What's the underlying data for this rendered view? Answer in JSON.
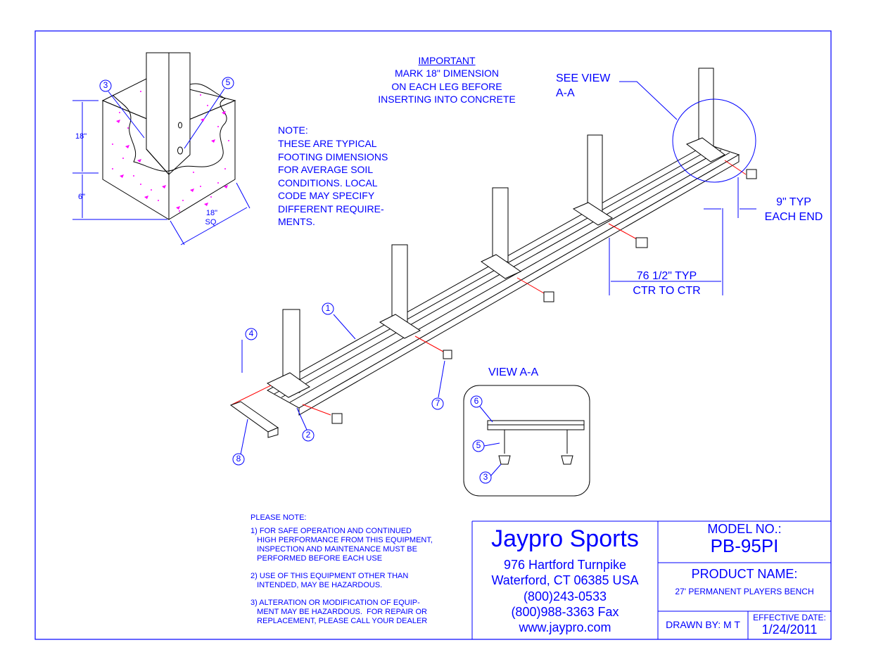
{
  "notes": {
    "important_title": "IMPORTANT",
    "important_body": "MARK 18\" DIMENSION\nON EACH LEG BEFORE\nINSERTING INTO CONCRETE",
    "note_title": "NOTE:",
    "note_body": "THESE ARE TYPICAL\nFOOTING DIMENSIONS\nFOR AVERAGE SOIL\nCONDITIONS. LOCAL\nCODE MAY SPECIFY\nDIFFERENT REQUIRE-\nMENTS."
  },
  "footing": {
    "dim_18": "18\"",
    "dim_6": "6\"",
    "dim_18_sq": "18\"\nSQ."
  },
  "callouts": {
    "see_view": "SEE VIEW\nA-A",
    "typ_9": "9\" TYP\nEACH END",
    "ctr_to_ctr": "76 1/2\" TYP\nCTR TO CTR",
    "view_aa": "VIEW A-A"
  },
  "balloons": {
    "b1": "1",
    "b2": "2",
    "b3": "3",
    "b4": "4",
    "b5": "5",
    "b6": "6",
    "b7": "7",
    "b8": "8"
  },
  "please_note": {
    "title": "PLEASE NOTE:",
    "n1": "1) FOR SAFE OPERATION AND CONTINUED\n   HIGH PERFORMANCE FROM THIS EQUIPMENT,\n   INSPECTION AND MAINTENANCE MUST BE\n   PERFORMED BEFORE EACH USE",
    "n2": "2) USE OF THIS EQUIPMENT OTHER THAN\n   INTENDED, MAY BE HAZARDOUS.",
    "n3": "3) ALTERATION OR MODIFICATION OF EQUIP-\n   MENT MAY BE HAZARDOUS.  FOR REPAIR OR\n   REPLACEMENT, PLEASE CALL YOUR DEALER"
  },
  "title_block": {
    "company": "Jaypro Sports",
    "address1": "976 Hartford Turnpike",
    "address2": "Waterford, CT 06385 USA",
    "phone": "(800)243-0533",
    "fax": "(800)988-3363 Fax",
    "web": "www.jaypro.com",
    "model_label": "MODEL NO.:",
    "model_value": "PB-95PI",
    "product_label": "PRODUCT NAME:",
    "product_value": "27' PERMANENT PLAYERS BENCH",
    "drawn_by": "DRAWN BY: M T",
    "effective_label": "EFFECTIVE DATE:",
    "effective_value": "1/24/2011"
  },
  "colors": {
    "line": "#0000ff",
    "hatch": "#ff00ff",
    "cut": "#ff0000",
    "drawing": "#000000"
  }
}
